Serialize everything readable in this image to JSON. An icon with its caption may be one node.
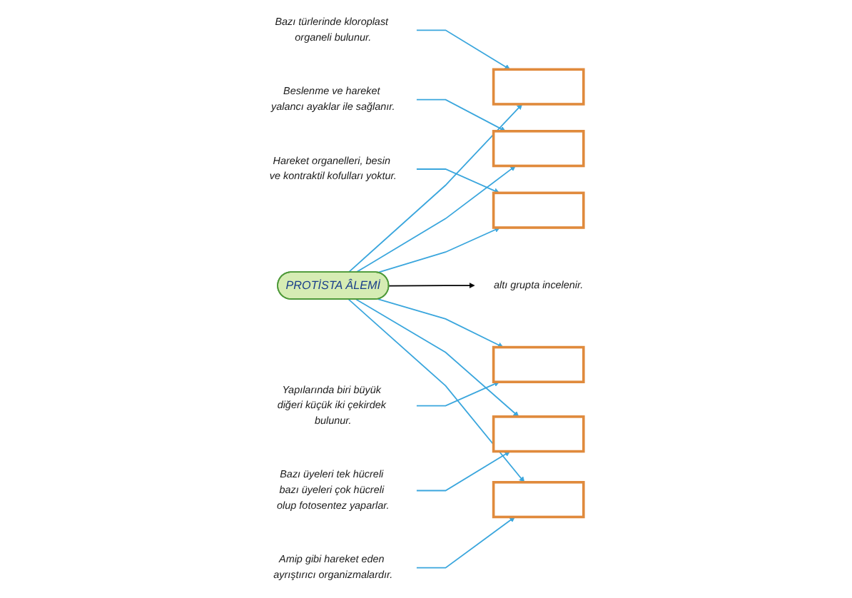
{
  "diagram": {
    "nodes": [
      {
        "text": [
          "PROTİSTA ÂLEMİ"
        ]
      },
      {
        "text": [
          "altı grupta incelenir."
        ]
      },
      {
        "text": [],
        "shape": "box"
      },
      {
        "text": [],
        "shape": "box"
      },
      {
        "text": [],
        "shape": "box"
      },
      {
        "text": [],
        "shape": "box"
      },
      {
        "text": [],
        "shape": "box"
      },
      {
        "text": [],
        "shape": "box"
      },
      {
        "text": [
          "Bazı türlerinde kloroplast organeli bulunur."
        ]
      },
      {
        "text": [
          "Beslenme ve hareket yalancı ayaklar ile sağlanır."
        ]
      },
      {
        "text": [
          "Hareket organelleri, besin ve kontraktil kofulları yoktur."
        ]
      },
      {
        "text": [
          "Yapılarında biri büyük diğeri küçük iki çekirdek bulunur."
        ]
      },
      {
        "text": [
          "Bazı üyeleri tek hücreli bazı üyeleri çok hücreli olup fotosentez yaparlar."
        ]
      },
      {
        "text": [
          "Amip gibi hareket eden ayrıştırıcı organizmalardır."
        ]
      }
    ],
    "edges": [
      {
        "from": 0,
        "to": 2,
        "arrow": "to"
      },
      {
        "from": 0,
        "to": 3,
        "arrow": "to"
      },
      {
        "from": 0,
        "to": 4,
        "arrow": "to"
      },
      {
        "from": 0,
        "to": 1,
        "arrow": "to",
        "color": "#000000"
      },
      {
        "from": 0,
        "to": 5,
        "arrow": "to"
      },
      {
        "from": 0,
        "to": 6,
        "arrow": "to"
      },
      {
        "from": 0,
        "to": 7,
        "arrow": "to"
      },
      {
        "from": 8,
        "to": 2,
        "arrow": "to"
      },
      {
        "from": 9,
        "to": 3,
        "arrow": "to"
      },
      {
        "from": 10,
        "to": 4,
        "arrow": "to"
      },
      {
        "from": 11,
        "to": 5,
        "arrow": "to"
      },
      {
        "from": 12,
        "to": 6,
        "arrow": "to"
      },
      {
        "from": 13,
        "to": 7,
        "arrow": "to"
      }
    ]
  }
}
